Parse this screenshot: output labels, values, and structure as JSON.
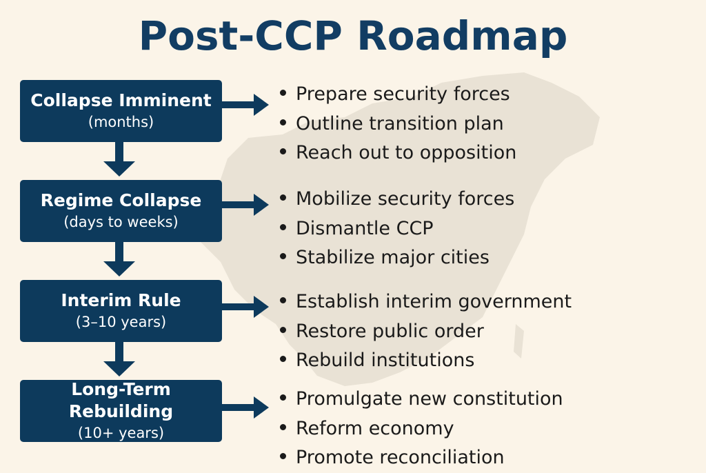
{
  "title": "Post-CCP Roadmap",
  "colors": {
    "background": "#fbf4e8",
    "box": "#0d3a5c",
    "title": "#123d63",
    "map": "#e8e2d6"
  },
  "stages": [
    {
      "title": "Collapse Imminent",
      "duration": "(months)",
      "actions": [
        "Prepare security forces",
        "Outline transition plan",
        "Reach out to opposition"
      ]
    },
    {
      "title": "Regime Collapse",
      "duration": "(days to weeks)",
      "actions": [
        "Mobilize security forces",
        "Dismantle CCP",
        "Stabilize major cities"
      ]
    },
    {
      "title": "Interim Rule",
      "duration": "(3–10 years)",
      "actions": [
        "Establish interim government",
        "Restore public order",
        "Rebuild institutions"
      ]
    },
    {
      "title": "Long-Term Rebuilding",
      "duration": "(10+ years)",
      "actions": [
        "Promulgate new constitution",
        "Reform economy",
        "Promote reconciliation"
      ]
    }
  ]
}
